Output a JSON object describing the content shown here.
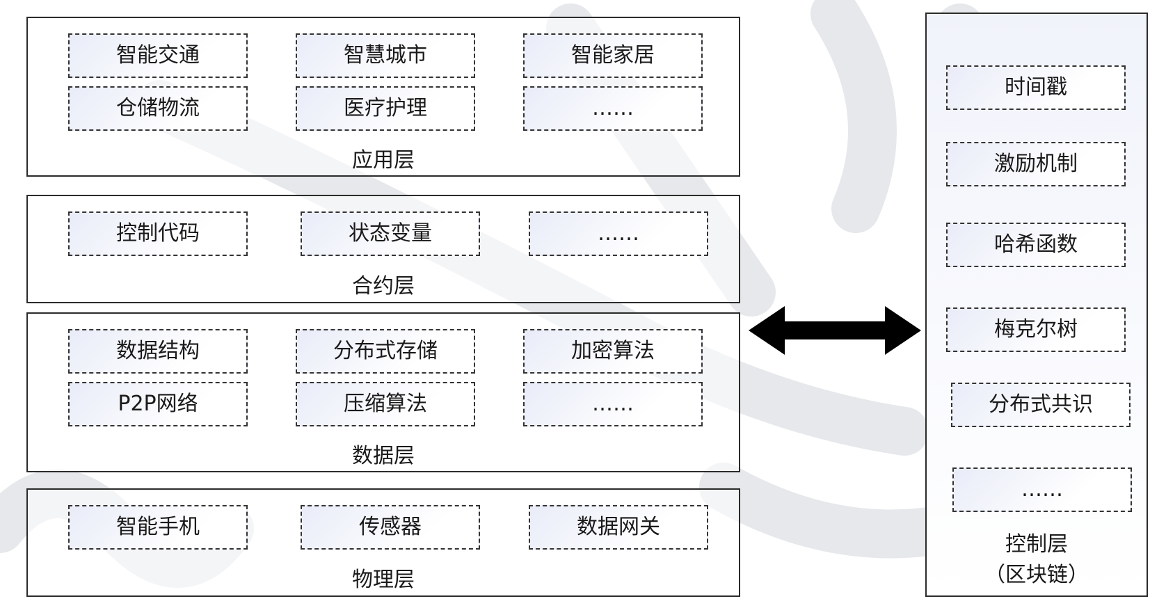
{
  "layers": {
    "application": {
      "title": "应用层",
      "items": [
        "智能交通",
        "智慧城市",
        "智能家居",
        "仓储物流",
        "医疗护理",
        "……"
      ]
    },
    "contract": {
      "title": "合约层",
      "items": [
        "控制代码",
        "状态变量",
        "……"
      ]
    },
    "data": {
      "title": "数据层",
      "items": [
        "数据结构",
        "分布式存储",
        "加密算法",
        "P2P网络",
        "压缩算法",
        "……"
      ]
    },
    "physical": {
      "title": "物理层",
      "items": [
        "智能手机",
        "传感器",
        "数据网关"
      ]
    }
  },
  "control": {
    "title_line1": "控制层",
    "title_line2": "（区块链）",
    "items": [
      "时间戳",
      "激励机制",
      "哈希函数",
      "梅克尔树",
      "分布式共识",
      "……"
    ]
  },
  "colors": {
    "border": "#2b2b2b",
    "box_fill": "#e9ecf8",
    "arrow": "#000000",
    "watermark": "#e3e5ea"
  }
}
